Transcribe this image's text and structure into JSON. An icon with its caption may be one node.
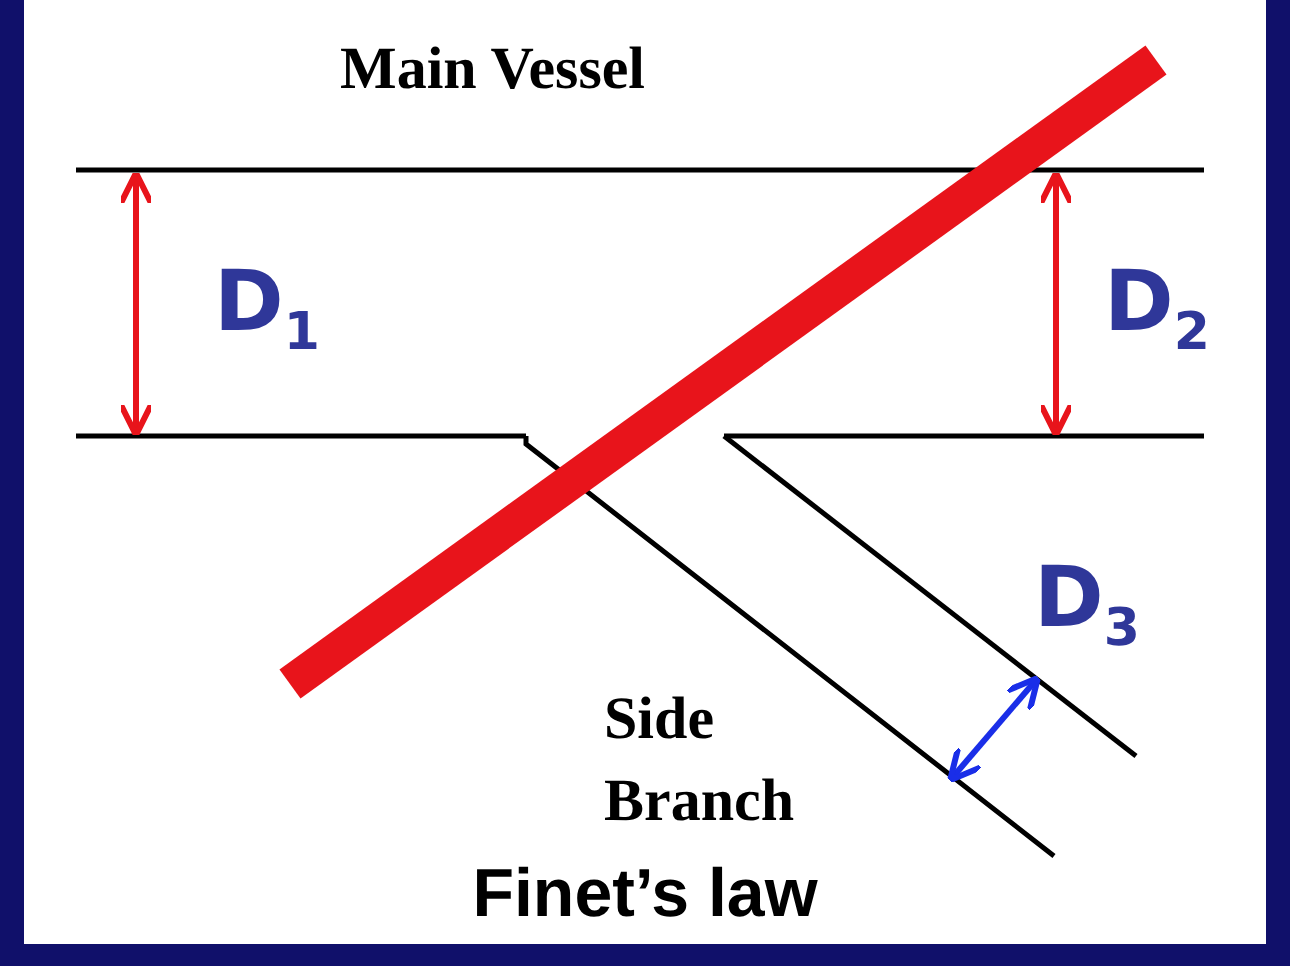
{
  "diagram": {
    "title": "Finet’s law",
    "labels": [
      "Main Vessel",
      "D$_{1}$",
      "D$_{2}$",
      "D$_{3}$",
      "Side Branch"
    ]
  }
}
